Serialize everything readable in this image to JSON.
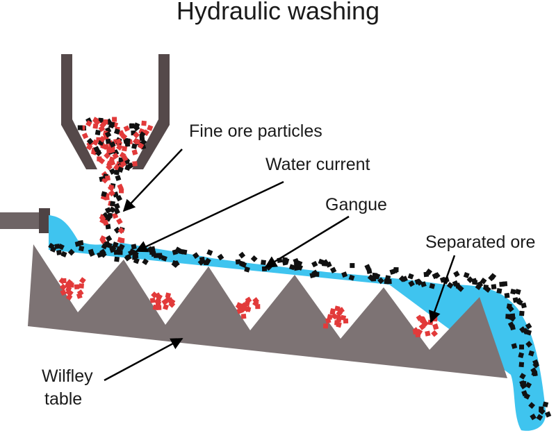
{
  "diagram": {
    "title": "Hydraulic washing",
    "labels": {
      "fine_ore": "Fine ore particles",
      "water_current": "Water current",
      "gangue": "Gangue",
      "separated_ore": "Separated ore",
      "wilfley_line1": "Wilfley",
      "wilfley_line2": "table"
    },
    "colors": {
      "water": "#3fc4ef",
      "table": "#7d7374",
      "hopper": "#55494a",
      "ore": "#e23a3a",
      "gangue": "#111111"
    }
  }
}
